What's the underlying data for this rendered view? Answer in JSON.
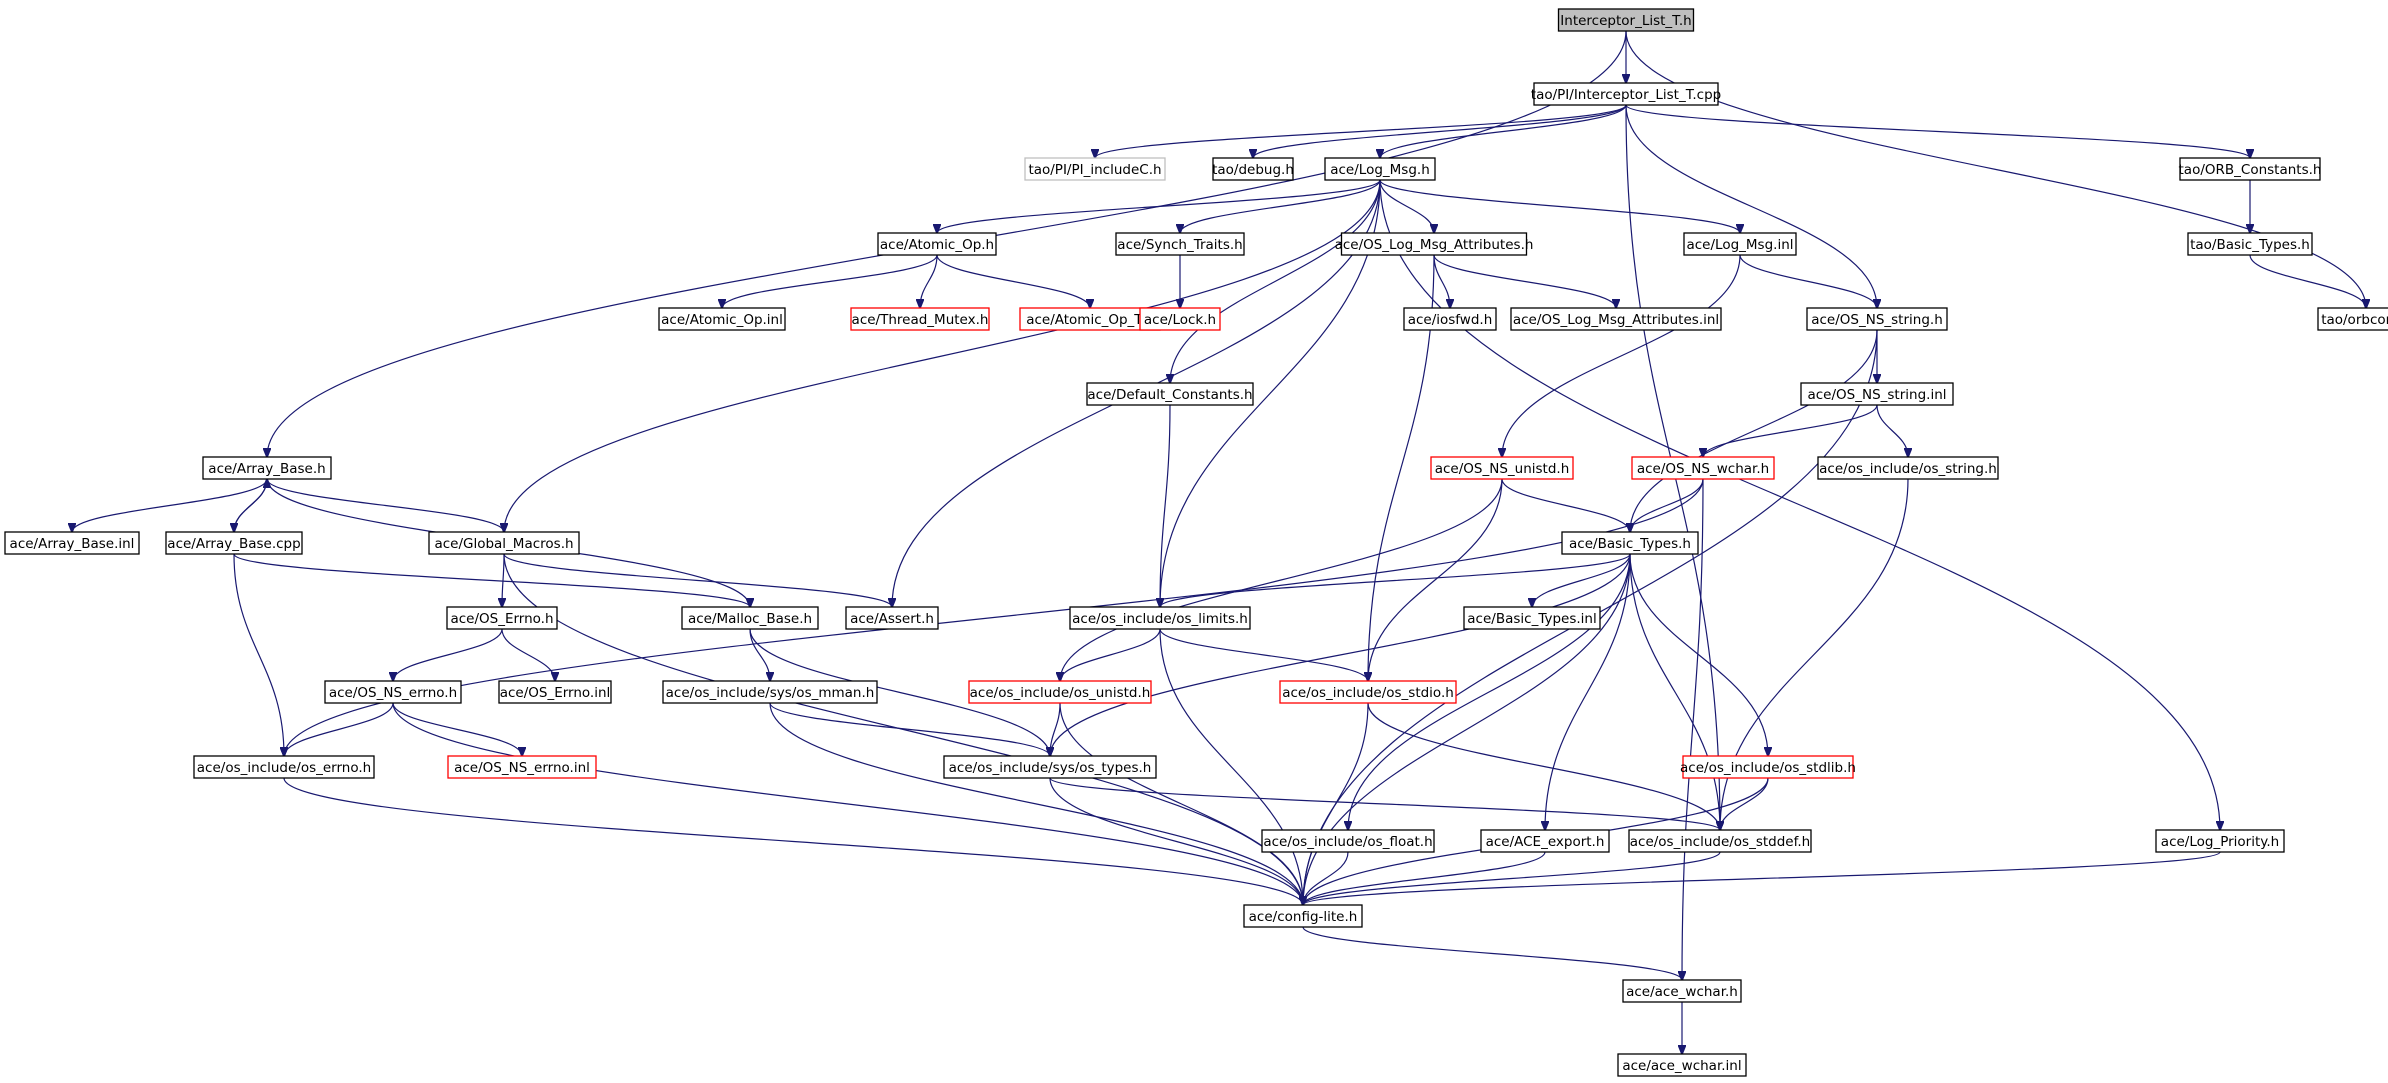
{
  "graph": {
    "nodes": [
      {
        "id": "root",
        "label": "Interceptor_List_T.h",
        "style": "root"
      },
      {
        "id": "tao_pi_cpp",
        "label": "tao/PI/Interceptor_List_T.cpp",
        "style": "normal"
      },
      {
        "id": "pi_includec",
        "label": "tao/PI/PI_includeC.h",
        "style": "grey"
      },
      {
        "id": "tao_debug",
        "label": "tao/debug.h",
        "style": "normal"
      },
      {
        "id": "log_msg_h",
        "label": "ace/Log_Msg.h",
        "style": "normal"
      },
      {
        "id": "orb_constants",
        "label": "tao/ORB_Constants.h",
        "style": "normal"
      },
      {
        "id": "atomic_op_h",
        "label": "ace/Atomic_Op.h",
        "style": "normal"
      },
      {
        "id": "synch_traits",
        "label": "ace/Synch_Traits.h",
        "style": "normal"
      },
      {
        "id": "os_log_attr",
        "label": "ace/OS_Log_Msg_Attributes.h",
        "style": "normal"
      },
      {
        "id": "log_msg_inl",
        "label": "ace/Log_Msg.inl",
        "style": "normal"
      },
      {
        "id": "tao_basic_types",
        "label": "tao/Basic_Types.h",
        "style": "normal"
      },
      {
        "id": "atomic_op_inl",
        "label": "ace/Atomic_Op.inl",
        "style": "normal"
      },
      {
        "id": "thread_mutex",
        "label": "ace/Thread_Mutex.h",
        "style": "red"
      },
      {
        "id": "atomic_op_t",
        "label": "ace/Atomic_Op_T.h",
        "style": "red"
      },
      {
        "id": "lock_h",
        "label": "ace/Lock.h",
        "style": "red"
      },
      {
        "id": "iosfwd",
        "label": "ace/iosfwd.h",
        "style": "normal"
      },
      {
        "id": "os_log_attr_inl",
        "label": "ace/OS_Log_Msg_Attributes.inl",
        "style": "normal"
      },
      {
        "id": "os_ns_string_h",
        "label": "ace/OS_NS_string.h",
        "style": "normal"
      },
      {
        "id": "tao_orbconf",
        "label": "tao/orbconf.h",
        "style": "normal"
      },
      {
        "id": "default_constants",
        "label": "ace/Default_Constants.h",
        "style": "normal"
      },
      {
        "id": "os_ns_string_inl",
        "label": "ace/OS_NS_string.inl",
        "style": "normal"
      },
      {
        "id": "array_base_h",
        "label": "ace/Array_Base.h",
        "style": "normal"
      },
      {
        "id": "os_ns_unistd",
        "label": "ace/OS_NS_unistd.h",
        "style": "red"
      },
      {
        "id": "os_ns_wchar",
        "label": "ace/OS_NS_wchar.h",
        "style": "red"
      },
      {
        "id": "os_string_h",
        "label": "ace/os_include/os_string.h",
        "style": "normal"
      },
      {
        "id": "array_base_inl",
        "label": "ace/Array_Base.inl",
        "style": "normal"
      },
      {
        "id": "array_base_cpp",
        "label": "ace/Array_Base.cpp",
        "style": "normal"
      },
      {
        "id": "global_macros",
        "label": "ace/Global_Macros.h",
        "style": "normal"
      },
      {
        "id": "basic_types_h",
        "label": "ace/Basic_Types.h",
        "style": "normal"
      },
      {
        "id": "os_errno_h_main",
        "label": "ace/OS_Errno.h",
        "style": "normal"
      },
      {
        "id": "malloc_base",
        "label": "ace/Malloc_Base.h",
        "style": "normal"
      },
      {
        "id": "assert_h",
        "label": "ace/Assert.h",
        "style": "normal"
      },
      {
        "id": "os_limits",
        "label": "ace/os_include/os_limits.h",
        "style": "normal"
      },
      {
        "id": "basic_types_inl",
        "label": "ace/Basic_Types.inl",
        "style": "normal"
      },
      {
        "id": "os_ns_errno_h",
        "label": "ace/OS_NS_errno.h",
        "style": "normal"
      },
      {
        "id": "os_errno_inl",
        "label": "ace/OS_Errno.inl",
        "style": "normal"
      },
      {
        "id": "sys_os_mman",
        "label": "ace/os_include/sys/os_mman.h",
        "style": "normal"
      },
      {
        "id": "os_unistd",
        "label": "ace/os_include/os_unistd.h",
        "style": "red"
      },
      {
        "id": "os_stdio",
        "label": "ace/os_include/os_stdio.h",
        "style": "red"
      },
      {
        "id": "os_include_errno",
        "label": "ace/os_include/os_errno.h",
        "style": "normal"
      },
      {
        "id": "os_ns_errno_inl",
        "label": "ace/OS_NS_errno.inl",
        "style": "red"
      },
      {
        "id": "sys_os_types",
        "label": "ace/os_include/sys/os_types.h",
        "style": "normal"
      },
      {
        "id": "os_stdlib",
        "label": "ace/os_include/os_stdlib.h",
        "style": "red"
      },
      {
        "id": "os_float",
        "label": "ace/os_include/os_float.h",
        "style": "normal"
      },
      {
        "id": "ace_export",
        "label": "ace/ACE_export.h",
        "style": "normal"
      },
      {
        "id": "os_stddef",
        "label": "ace/os_include/os_stddef.h",
        "style": "normal"
      },
      {
        "id": "log_priority",
        "label": "ace/Log_Priority.h",
        "style": "normal"
      },
      {
        "id": "config_lite",
        "label": "ace/config-lite.h",
        "style": "normal"
      },
      {
        "id": "ace_wchar_h",
        "label": "ace/ace_wchar.h",
        "style": "normal"
      },
      {
        "id": "ace_wchar_inl",
        "label": "ace/ace_wchar.inl",
        "style": "normal"
      }
    ],
    "edges": [
      [
        "root",
        "tao_pi_cpp"
      ],
      [
        "root",
        "array_base_h"
      ],
      [
        "root",
        "tao_orbconf"
      ],
      [
        "tao_pi_cpp",
        "pi_includec"
      ],
      [
        "tao_pi_cpp",
        "tao_debug"
      ],
      [
        "tao_pi_cpp",
        "log_msg_h"
      ],
      [
        "tao_pi_cpp",
        "orb_constants"
      ],
      [
        "tao_pi_cpp",
        "os_ns_string_h"
      ],
      [
        "tao_pi_cpp",
        "os_stddef"
      ],
      [
        "log_msg_h",
        "atomic_op_h"
      ],
      [
        "log_msg_h",
        "synch_traits"
      ],
      [
        "log_msg_h",
        "os_log_attr"
      ],
      [
        "log_msg_h",
        "log_msg_inl"
      ],
      [
        "log_msg_h",
        "default_constants"
      ],
      [
        "log_msg_h",
        "global_macros"
      ],
      [
        "log_msg_h",
        "assert_h"
      ],
      [
        "log_msg_h",
        "os_limits"
      ],
      [
        "log_msg_h",
        "log_priority"
      ],
      [
        "orb_constants",
        "tao_basic_types"
      ],
      [
        "tao_basic_types",
        "tao_orbconf"
      ],
      [
        "atomic_op_h",
        "atomic_op_inl"
      ],
      [
        "atomic_op_h",
        "thread_mutex"
      ],
      [
        "atomic_op_h",
        "atomic_op_t"
      ],
      [
        "synch_traits",
        "lock_h"
      ],
      [
        "os_log_attr",
        "iosfwd"
      ],
      [
        "os_log_attr",
        "os_log_attr_inl"
      ],
      [
        "os_log_attr",
        "os_stdio"
      ],
      [
        "log_msg_inl",
        "os_ns_string_h"
      ],
      [
        "log_msg_inl",
        "os_ns_unistd"
      ],
      [
        "os_ns_string_h",
        "os_ns_string_inl"
      ],
      [
        "os_ns_string_h",
        "basic_types_h"
      ],
      [
        "os_ns_string_h",
        "config_lite"
      ],
      [
        "os_ns_string_inl",
        "os_ns_wchar"
      ],
      [
        "os_ns_string_inl",
        "os_string_h"
      ],
      [
        "default_constants",
        "os_limits"
      ],
      [
        "array_base_h",
        "array_base_inl"
      ],
      [
        "array_base_h",
        "array_base_cpp"
      ],
      [
        "array_base_h",
        "global_macros"
      ],
      [
        "array_base_h",
        "malloc_base"
      ],
      [
        "array_base_cpp",
        "array_base_h"
      ],
      [
        "array_base_cpp",
        "malloc_base"
      ],
      [
        "array_base_cpp",
        "os_include_errno"
      ],
      [
        "os_ns_unistd",
        "basic_types_h"
      ],
      [
        "os_ns_unistd",
        "os_unistd"
      ],
      [
        "os_ns_unistd",
        "os_stdio"
      ],
      [
        "os_ns_wchar",
        "basic_types_h"
      ],
      [
        "os_ns_wchar",
        "os_include_errno"
      ],
      [
        "os_ns_wchar",
        "ace_wchar_h"
      ],
      [
        "os_string_h",
        "os_stddef"
      ],
      [
        "global_macros",
        "os_errno_h_main"
      ],
      [
        "global_macros",
        "assert_h"
      ],
      [
        "global_macros",
        "config_lite"
      ],
      [
        "basic_types_h",
        "os_limits"
      ],
      [
        "basic_types_h",
        "basic_types_inl"
      ],
      [
        "basic_types_h",
        "sys_os_types"
      ],
      [
        "basic_types_h",
        "os_float"
      ],
      [
        "basic_types_h",
        "ace_export"
      ],
      [
        "basic_types_h",
        "os_stddef"
      ],
      [
        "basic_types_h",
        "os_stdlib"
      ],
      [
        "basic_types_h",
        "config_lite"
      ],
      [
        "os_errno_h_main",
        "os_ns_errno_h"
      ],
      [
        "os_errno_h_main",
        "os_errno_inl"
      ],
      [
        "malloc_base",
        "sys_os_mman"
      ],
      [
        "malloc_base",
        "sys_os_types"
      ],
      [
        "os_limits",
        "os_unistd"
      ],
      [
        "os_limits",
        "os_stdio"
      ],
      [
        "os_limits",
        "config_lite"
      ],
      [
        "os_ns_errno_h",
        "os_include_errno"
      ],
      [
        "os_ns_errno_h",
        "os_ns_errno_inl"
      ],
      [
        "os_ns_errno_h",
        "config_lite"
      ],
      [
        "sys_os_mman",
        "sys_os_types"
      ],
      [
        "sys_os_mman",
        "config_lite"
      ],
      [
        "os_unistd",
        "sys_os_types"
      ],
      [
        "os_unistd",
        "config_lite"
      ],
      [
        "os_stdio",
        "os_stddef"
      ],
      [
        "os_stdio",
        "config_lite"
      ],
      [
        "os_include_errno",
        "config_lite"
      ],
      [
        "sys_os_types",
        "os_stddef"
      ],
      [
        "sys_os_types",
        "config_lite"
      ],
      [
        "os_stdlib",
        "os_stddef"
      ],
      [
        "os_stdlib",
        "config_lite"
      ],
      [
        "os_float",
        "config_lite"
      ],
      [
        "ace_export",
        "config_lite"
      ],
      [
        "os_stddef",
        "config_lite"
      ],
      [
        "log_priority",
        "config_lite"
      ],
      [
        "config_lite",
        "ace_wchar_h"
      ],
      [
        "ace_wchar_h",
        "ace_wchar_inl"
      ]
    ]
  }
}
